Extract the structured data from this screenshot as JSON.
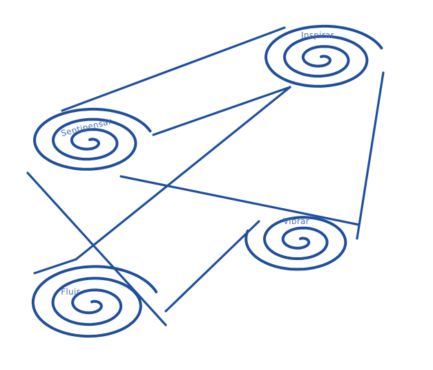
{
  "diagram": {
    "colors": {
      "stroke": "#1f4e9c",
      "label": "#4a6fb5",
      "background": "#ffffff"
    },
    "nodes": [
      {
        "id": "inspirar",
        "label": "Inspirar"
      },
      {
        "id": "sentipensar",
        "label": "Sentipensar"
      },
      {
        "id": "vibrar",
        "label": "Vibrar"
      },
      {
        "id": "fluir",
        "label": "Fluir"
      }
    ]
  }
}
